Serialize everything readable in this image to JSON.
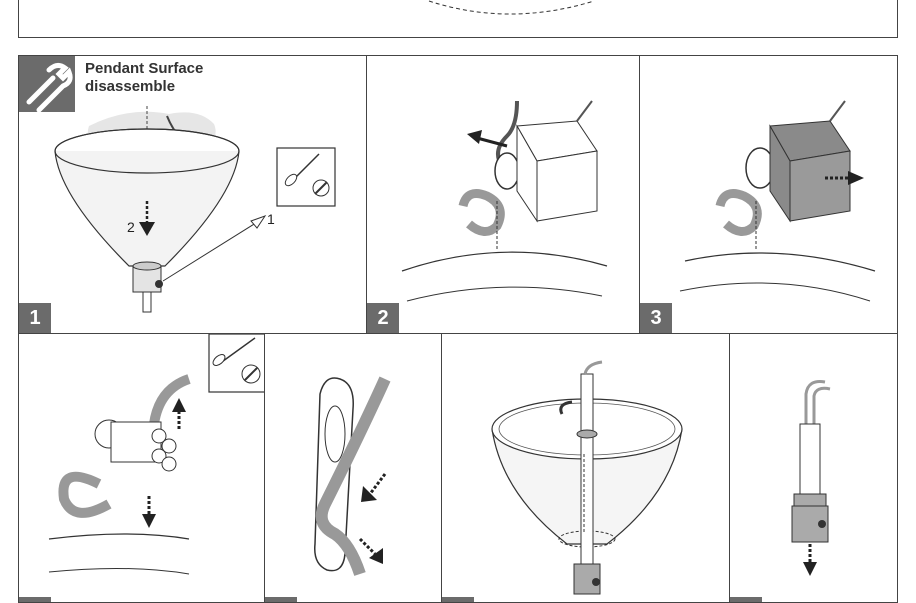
{
  "section": {
    "title_line1": "Pendant Surface",
    "title_line2": "disassemble",
    "icon": "wrench-icon"
  },
  "steps": [
    {
      "number": "1",
      "labels": [
        "2",
        "1"
      ]
    },
    {
      "number": "2"
    },
    {
      "number": "3"
    },
    {
      "number": ""
    },
    {
      "number": ""
    },
    {
      "number": ""
    },
    {
      "number": ""
    }
  ],
  "tools": [
    "screwdriver-icon"
  ]
}
